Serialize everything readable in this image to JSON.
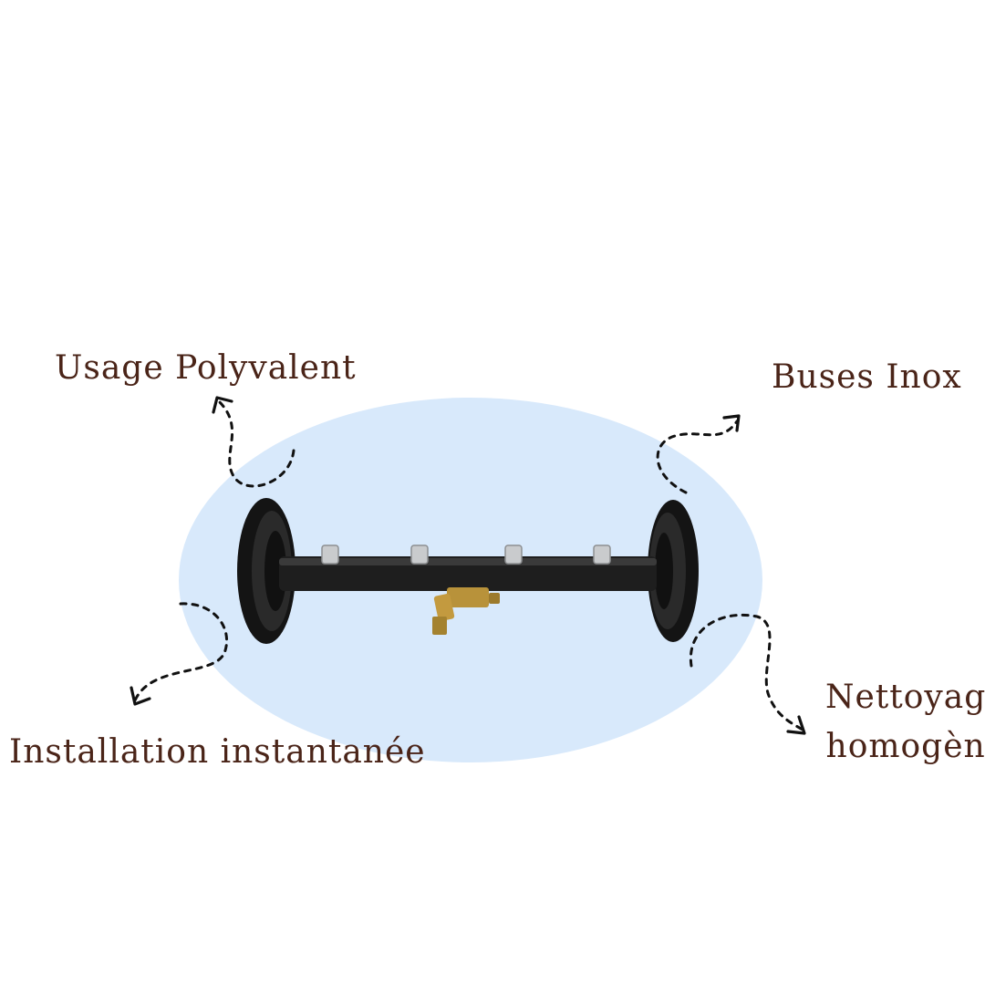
{
  "callouts": {
    "usage": "Usage Polyvalent",
    "buses": "Buses Inox",
    "installation": "Installation instantanée",
    "nettoyage_line1": "Nettoyage",
    "nettoyage_line2": "homogène"
  },
  "colors": {
    "text": "#4a2418",
    "blob": "#d8e9fb",
    "arrow": "#111111",
    "product": "#1c1c1c",
    "brass": "#b8923a",
    "steel": "#c9cbcd"
  },
  "icons": {
    "arrow": "dotted-curved-arrow-icon",
    "product": "undercarriage-washer-bar"
  }
}
